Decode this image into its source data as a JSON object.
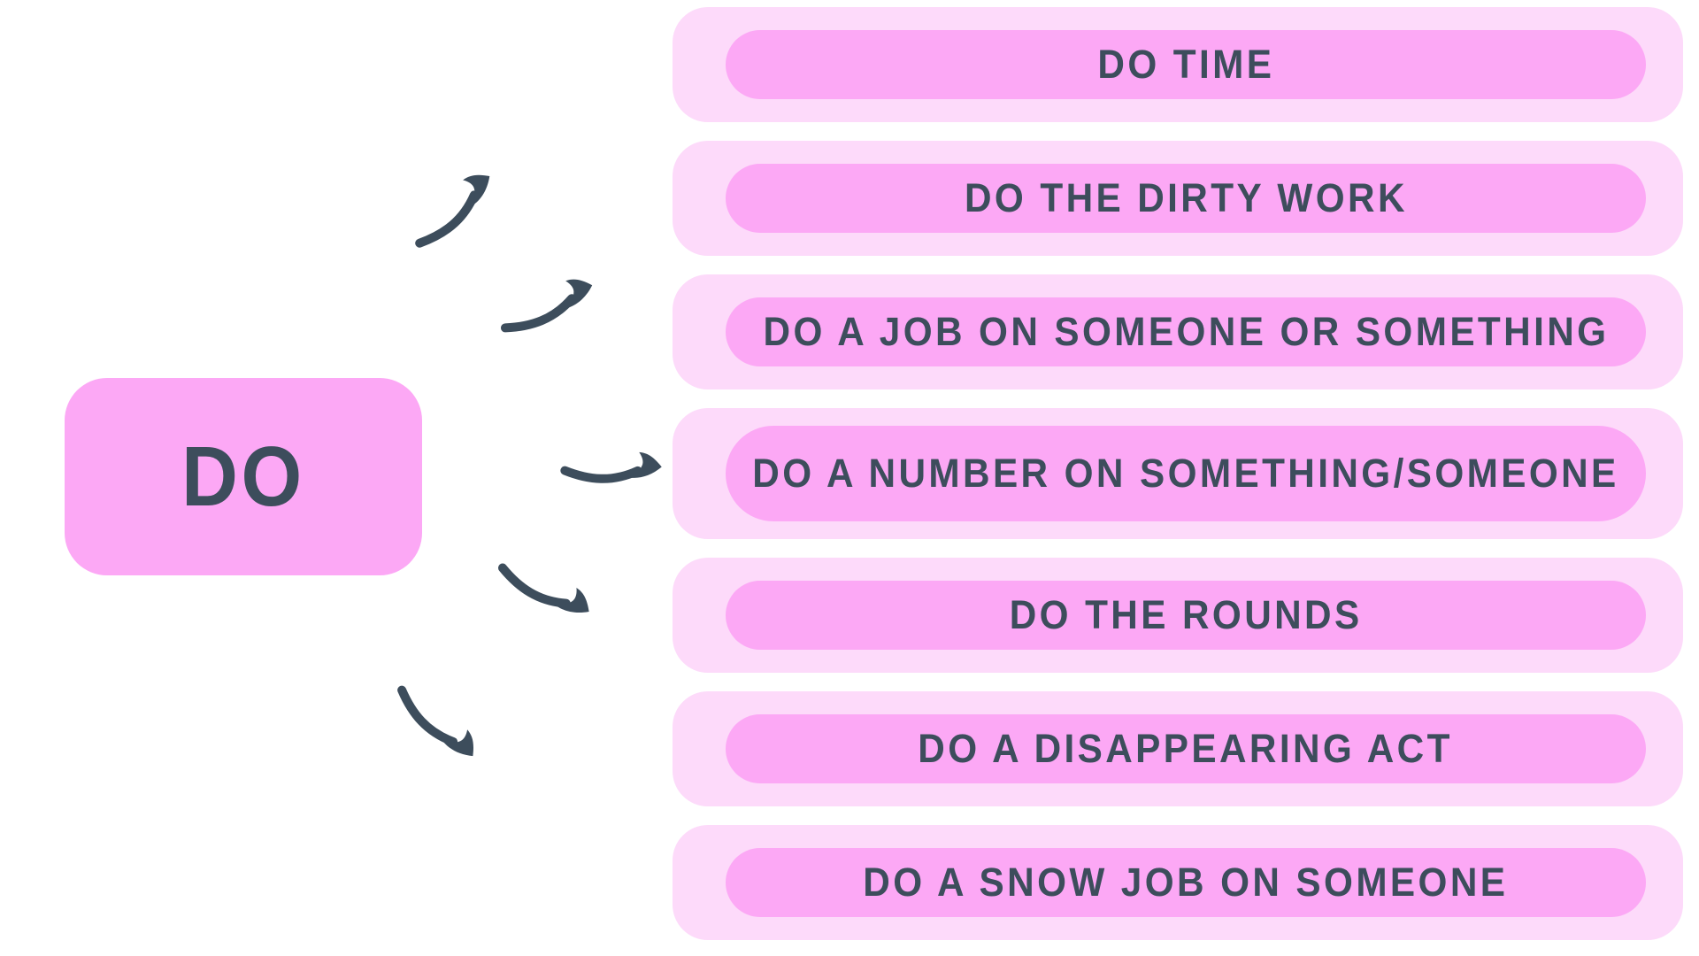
{
  "center_node": {
    "label": "DO"
  },
  "idioms": [
    {
      "label": "DO TIME"
    },
    {
      "label": "DO THE DIRTY WORK"
    },
    {
      "label": "DO A JOB ON SOMEONE OR SOMETHING"
    },
    {
      "label": "DO A NUMBER ON SOMETHING/SOMEONE"
    },
    {
      "label": "DO THE ROUNDS"
    },
    {
      "label": "DO A DISAPPEARING ACT"
    },
    {
      "label": "DO A SNOW JOB ON SOMEONE"
    }
  ],
  "colors": {
    "pill_pink": "#FCA8F5",
    "track_pink": "#FDDAFA",
    "ink": "#3D4D5C",
    "background": "#FFFFFF"
  }
}
